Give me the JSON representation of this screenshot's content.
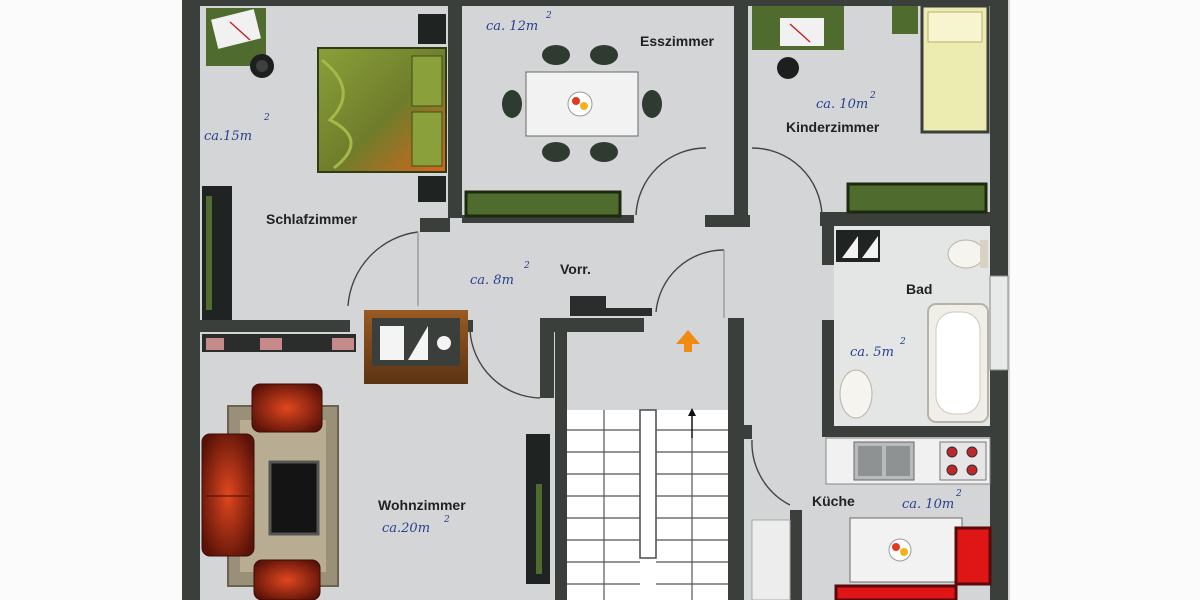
{
  "rooms": {
    "schlafzimmer": {
      "label": "Schlafzimmer",
      "area": "ca.15m",
      "sup": "2"
    },
    "esszimmer": {
      "label": "Esszimmer",
      "area": "ca. 12m",
      "sup": "2"
    },
    "kinderzimmer": {
      "label": "Kinderzimmer",
      "area": "ca. 10m",
      "sup": "2"
    },
    "vorr": {
      "label": "Vorr.",
      "area": "ca. 8m",
      "sup": "2"
    },
    "bad": {
      "label": "Bad",
      "area": "ca. 5m",
      "sup": "2"
    },
    "wohnzimmer": {
      "label": "Wohnzimmer",
      "area": "ca.20m",
      "sup": "2"
    },
    "kueche": {
      "label": "Küche",
      "area": "ca. 10m",
      "sup": "2"
    }
  },
  "colors": {
    "wall": "#3a3f3c",
    "floor": "#d3d5d6",
    "furniture_green": "#4f6b2e",
    "bed_yellow": "#ecebb0",
    "sofa_red": "#8b1e12",
    "kitchen_red": "#e01515",
    "fireplace_brown": "#7a4a1e"
  }
}
